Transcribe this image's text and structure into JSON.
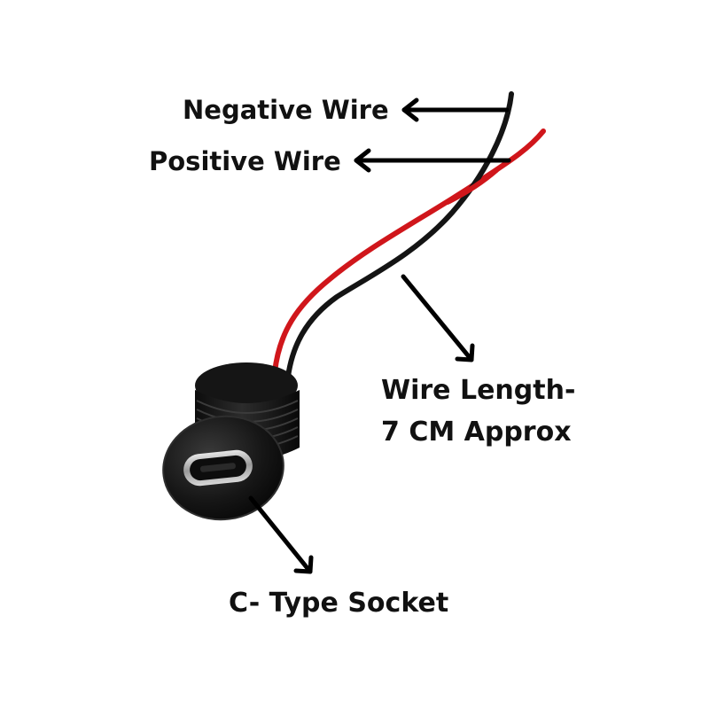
{
  "labels": {
    "negative_wire": "Negative Wire",
    "positive_wire": "Positive Wire",
    "wire_length_line1": "Wire Length-",
    "wire_length_line2": "7 CM Approx",
    "socket": "C- Type Socket"
  },
  "colors": {
    "background": "#ffffff",
    "label_text": "#111111",
    "arrow": "#000000",
    "positive_wire": "#d0161b",
    "negative_wire": "#141414",
    "socket_body": "#1a1a1a",
    "port_metal": "#c9c9c9"
  },
  "icons": {
    "arrow_left": "arrow-left-icon",
    "arrow_down": "arrow-down-icon"
  }
}
